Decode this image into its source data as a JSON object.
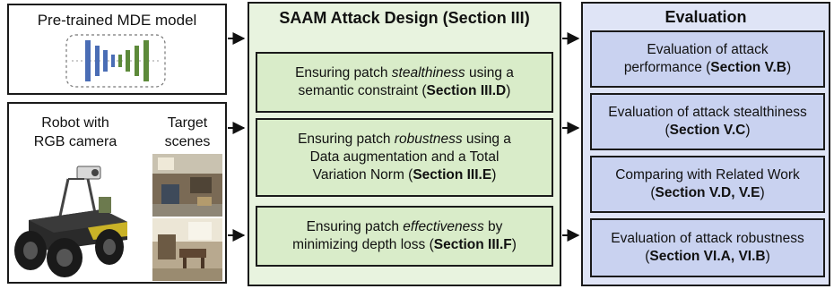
{
  "mde_box": {
    "title": "Pre-trained MDE model"
  },
  "robot_box": {
    "robot_label_line1": "Robot with",
    "robot_label_line2": "RGB camera",
    "scenes_label_line1": "Target",
    "scenes_label_line2": "scenes"
  },
  "attack_design": {
    "title": "SAAM Attack Design (Section III)",
    "items": [
      {
        "pre": "Ensuring patch ",
        "em": "stealthiness",
        "post": " using a",
        "line2_pre": "semantic constraint (",
        "section": "Section III.D",
        "line2_post": ")"
      },
      {
        "pre": "Ensuring patch ",
        "em": "robustness",
        "post": " using a",
        "line2": "Data augmentation and a Total",
        "line3_pre": "Variation Norm (",
        "section": "Section III.E",
        "line3_post": ")"
      },
      {
        "pre": "Ensuring patch ",
        "em": "effectiveness",
        "post": " by",
        "line2_pre": "minimizing depth loss (",
        "section": "Section III.F",
        "line2_post": ")"
      }
    ]
  },
  "evaluation": {
    "title": "Evaluation",
    "items": [
      {
        "line1": "Evaluation of attack",
        "line2_pre": "performance (",
        "section": "Section V.B",
        "line2_post": ")"
      },
      {
        "line1": "Evaluation of attack stealthiness",
        "line2_pre": "(",
        "section": "Section V.C",
        "line2_post": ")"
      },
      {
        "line1": "Comparing with Related Work",
        "line2_pre": "(",
        "section": "Section V.D, V.E",
        "line2_post": ")"
      },
      {
        "line1": "Evaluation of attack robustness",
        "line2_pre": "(",
        "section": "Section VI.A, VI.B",
        "line2_post": ")"
      }
    ]
  },
  "colors": {
    "green_panel": "#e8f3df",
    "green_box": "#d9ecc9",
    "blue_panel": "#dfe4f6",
    "blue_box": "#c9d2f0",
    "encoder_blue": "#4a6db5",
    "decoder_green": "#5d8a3a"
  }
}
